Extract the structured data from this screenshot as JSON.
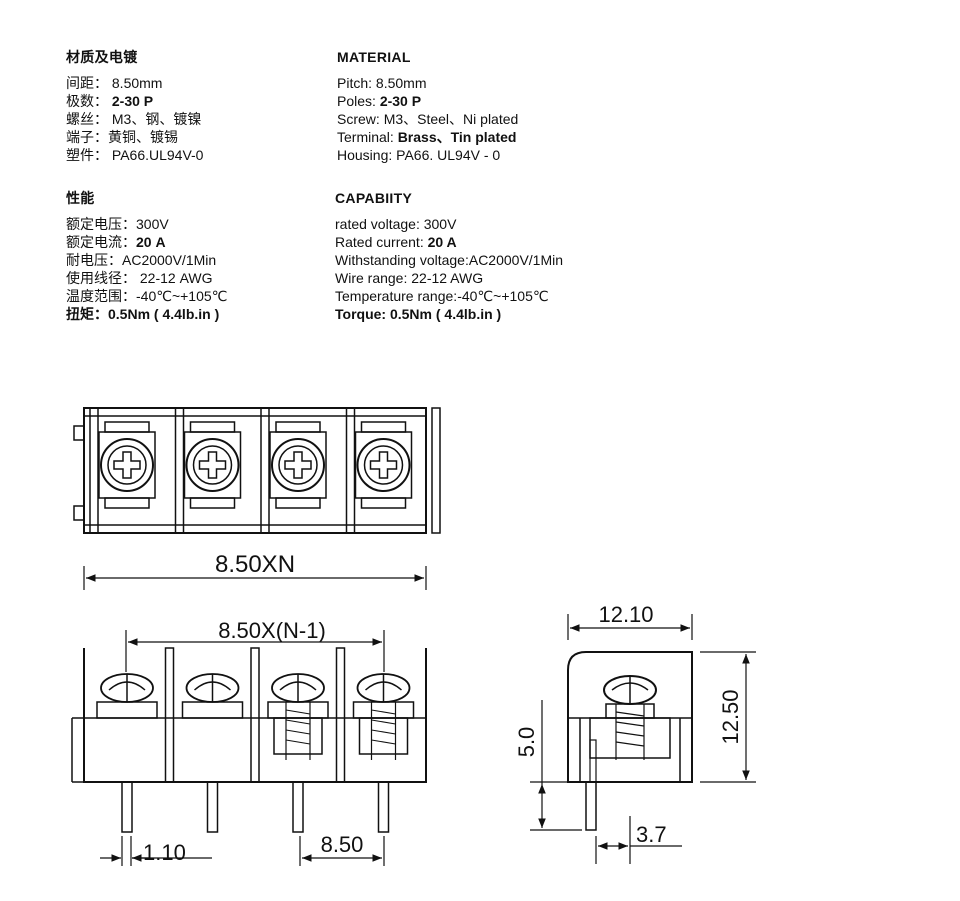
{
  "material_cn": {
    "heading": "材质及电镀",
    "rows": [
      {
        "label": "间距：",
        "value": "8.50mm"
      },
      {
        "label": "极数：",
        "value": "2-30 P"
      },
      {
        "label": "螺丝：",
        "value": "M3、钢、镀镍"
      },
      {
        "label": "端子：",
        "value": "黄铜、镀锡"
      },
      {
        "label": "塑件：",
        "value": "PA66.UL94V-0"
      }
    ]
  },
  "material_en": {
    "heading": "MATERIAL",
    "rows": [
      {
        "label": "Pitch:",
        "value": "8.50mm"
      },
      {
        "label": "Poles:",
        "value": "2-30 P"
      },
      {
        "label": "Screw:",
        "value": "M3、Steel、Ni plated"
      },
      {
        "label": "Terminal:",
        "value": "Brass、Tin plated"
      },
      {
        "label": "Housing:",
        "value": "PA66. UL94V - 0"
      }
    ]
  },
  "capability_cn": {
    "heading": "性能",
    "rows": [
      {
        "label": "额定电压：",
        "value": "300V"
      },
      {
        "label": "额定电流：",
        "value": "20 A"
      },
      {
        "label": "耐电压：",
        "value": "AC2000V/1Min"
      },
      {
        "label": "使用线径：",
        "value": "22-12  AWG"
      },
      {
        "label": "温度范围：",
        "value": "-40℃~+105℃"
      },
      {
        "label": "扭矩：",
        "value": "0.5Nm ( 4.4lb.in )"
      }
    ]
  },
  "capability_en": {
    "heading": "CAPABIITY",
    "rows": [
      {
        "label": "rated voltage:",
        "value": "300V"
      },
      {
        "label": "Rated current:",
        "value": "20 A"
      },
      {
        "label": "Withstanding voltage:",
        "value": "AC2000V/1Min"
      },
      {
        "label": "Wire range:",
        "value": "22-12 AWG"
      },
      {
        "label": "Temperature range:",
        "value": "-40℃~+105℃"
      },
      {
        "label": "Torque:",
        "value": "0.5Nm ( 4.4lb.in )"
      }
    ]
  },
  "dimensions": {
    "overall_width": "8.50XN",
    "pitch_span": "8.50X(N-1)",
    "pin_width": "1.10",
    "pitch": "8.50",
    "side_width": "12.10",
    "side_height": "12.50",
    "pin_height": "5.0",
    "pin_offset": "3.7"
  }
}
